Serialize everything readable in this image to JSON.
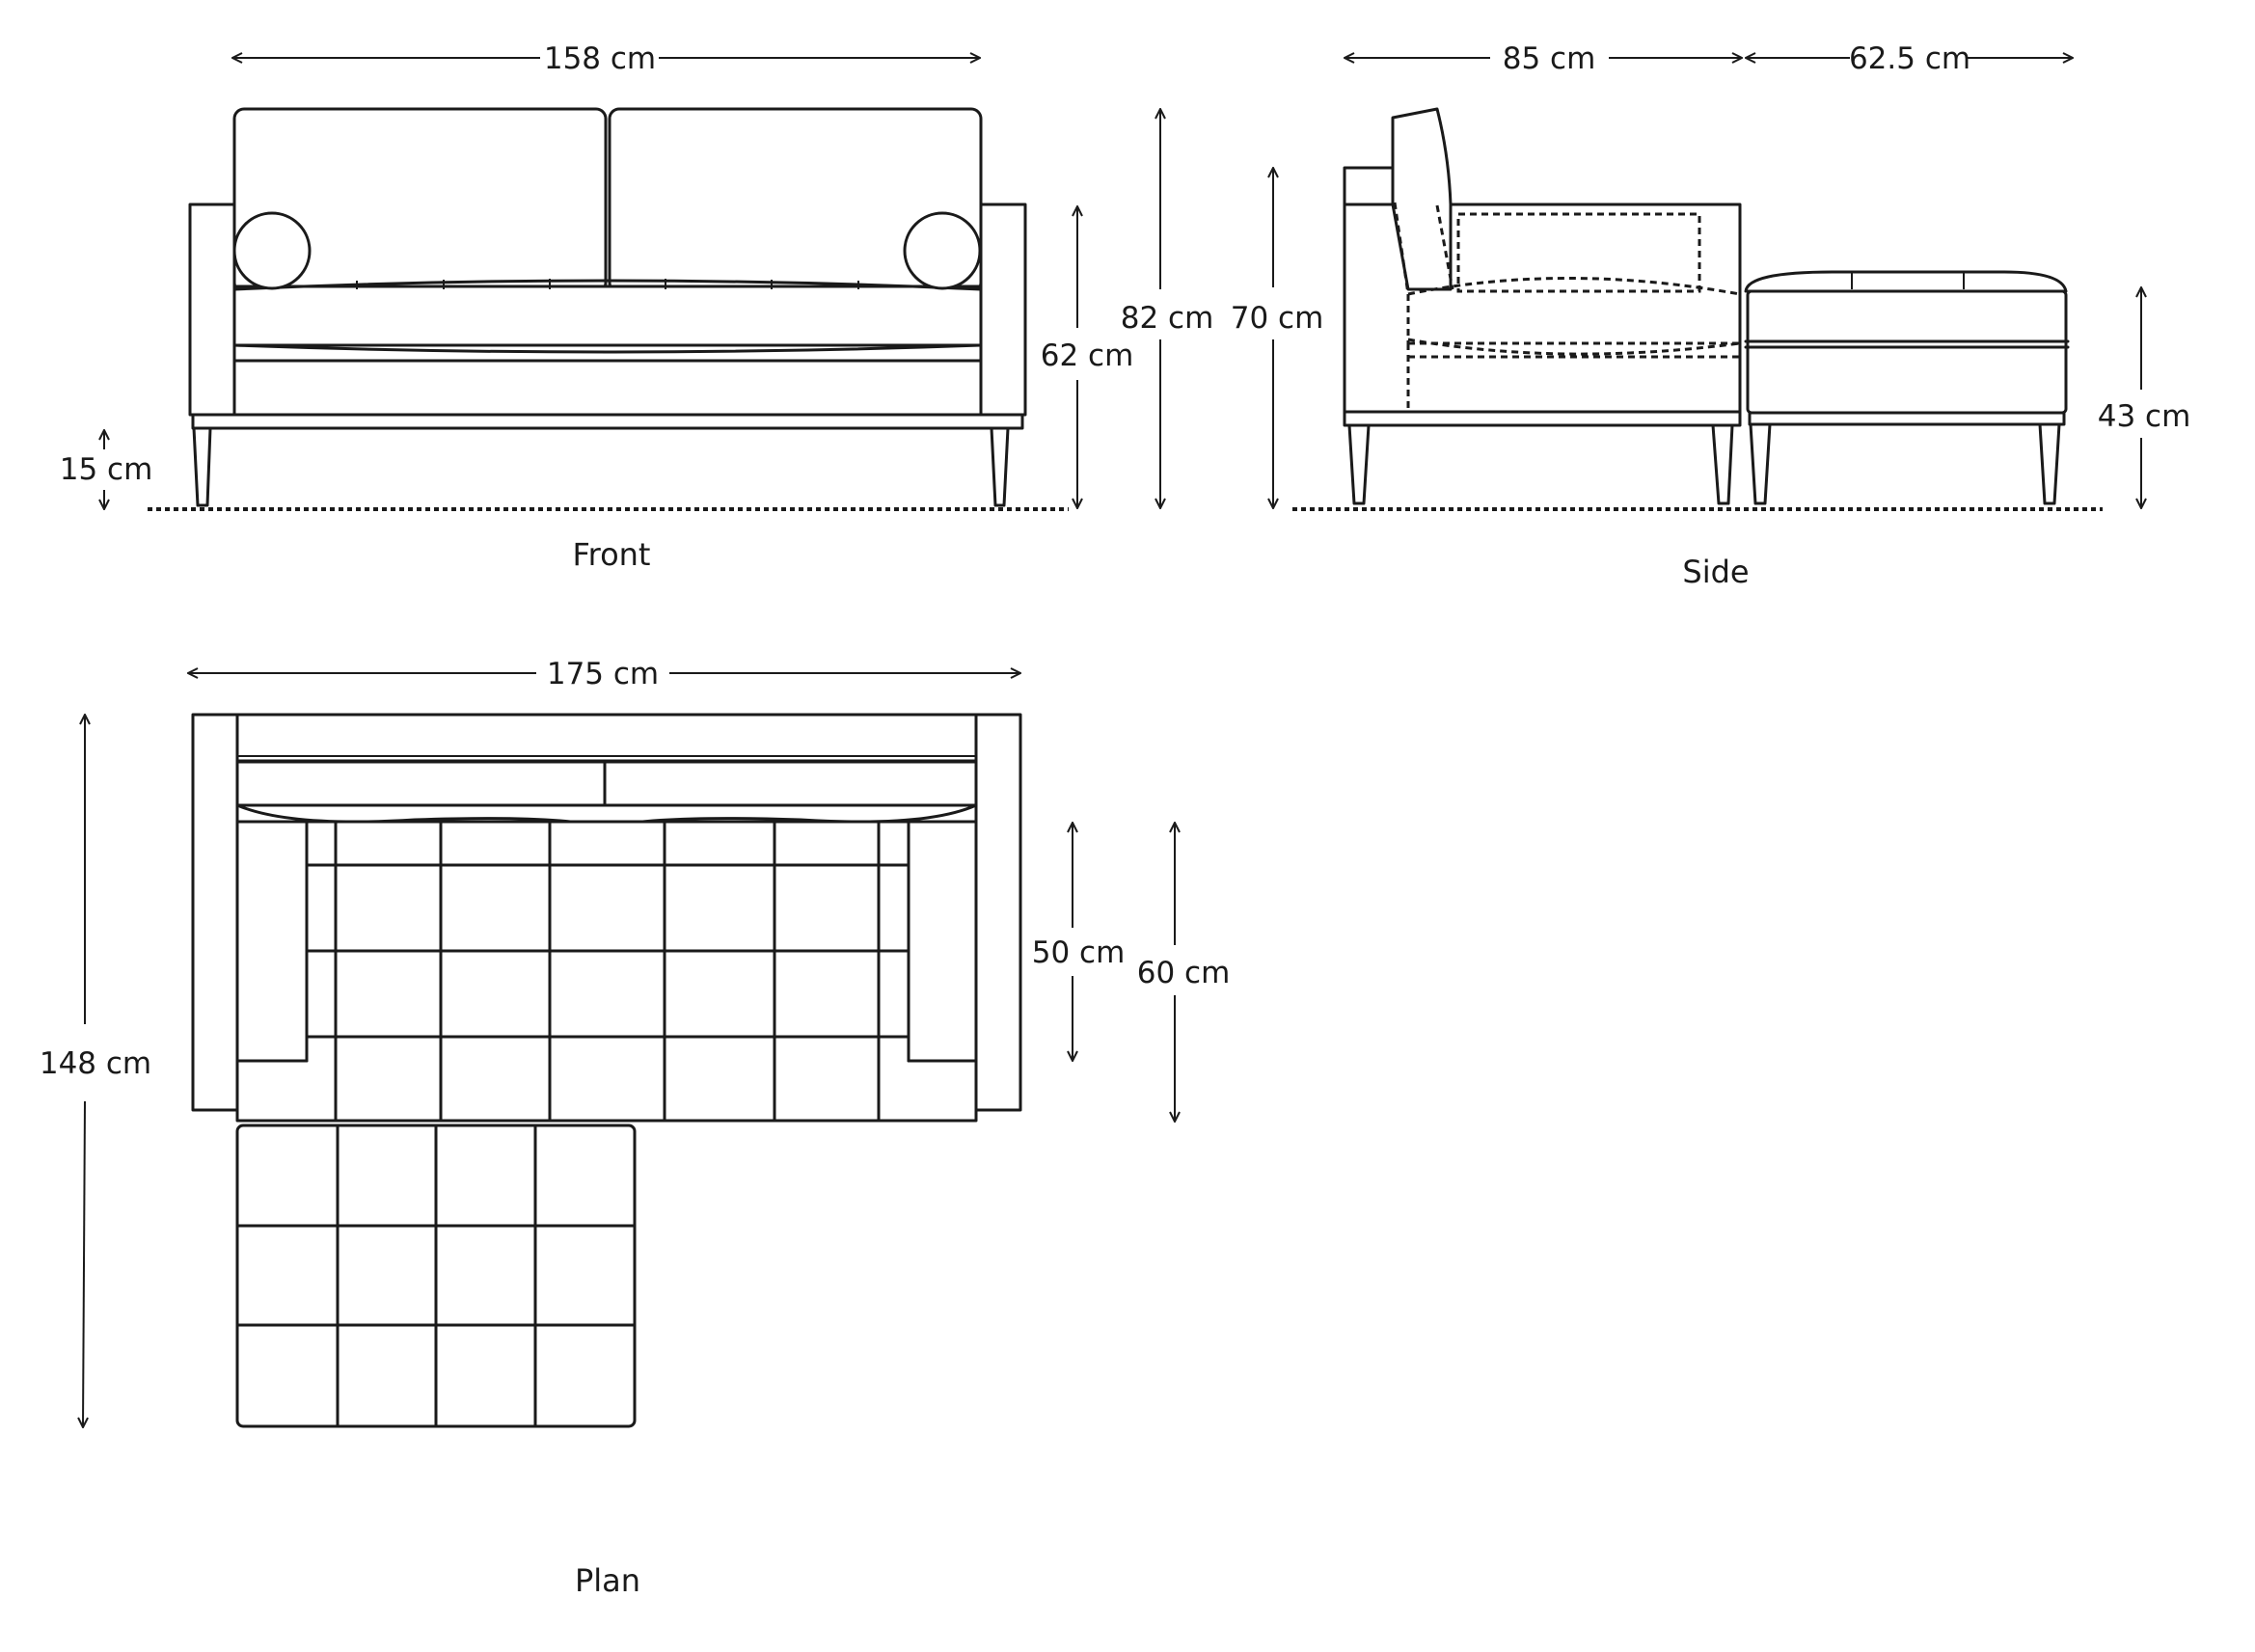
{
  "views": {
    "front": {
      "caption": "Front",
      "dims": {
        "width": "158 cm",
        "height_total": "82 cm",
        "height_arm": "62 cm",
        "leg_height": "15 cm"
      }
    },
    "side": {
      "caption": "Side",
      "dims": {
        "depth_sofa": "85 cm",
        "depth_footstool": "62.5 cm",
        "height_back": "70 cm",
        "height_footstool": "43 cm"
      }
    },
    "plan": {
      "caption": "Plan",
      "dims": {
        "width": "175 cm",
        "depth_total": "148 cm",
        "seat_depth": "50 cm",
        "inner_depth": "60 cm"
      }
    }
  }
}
